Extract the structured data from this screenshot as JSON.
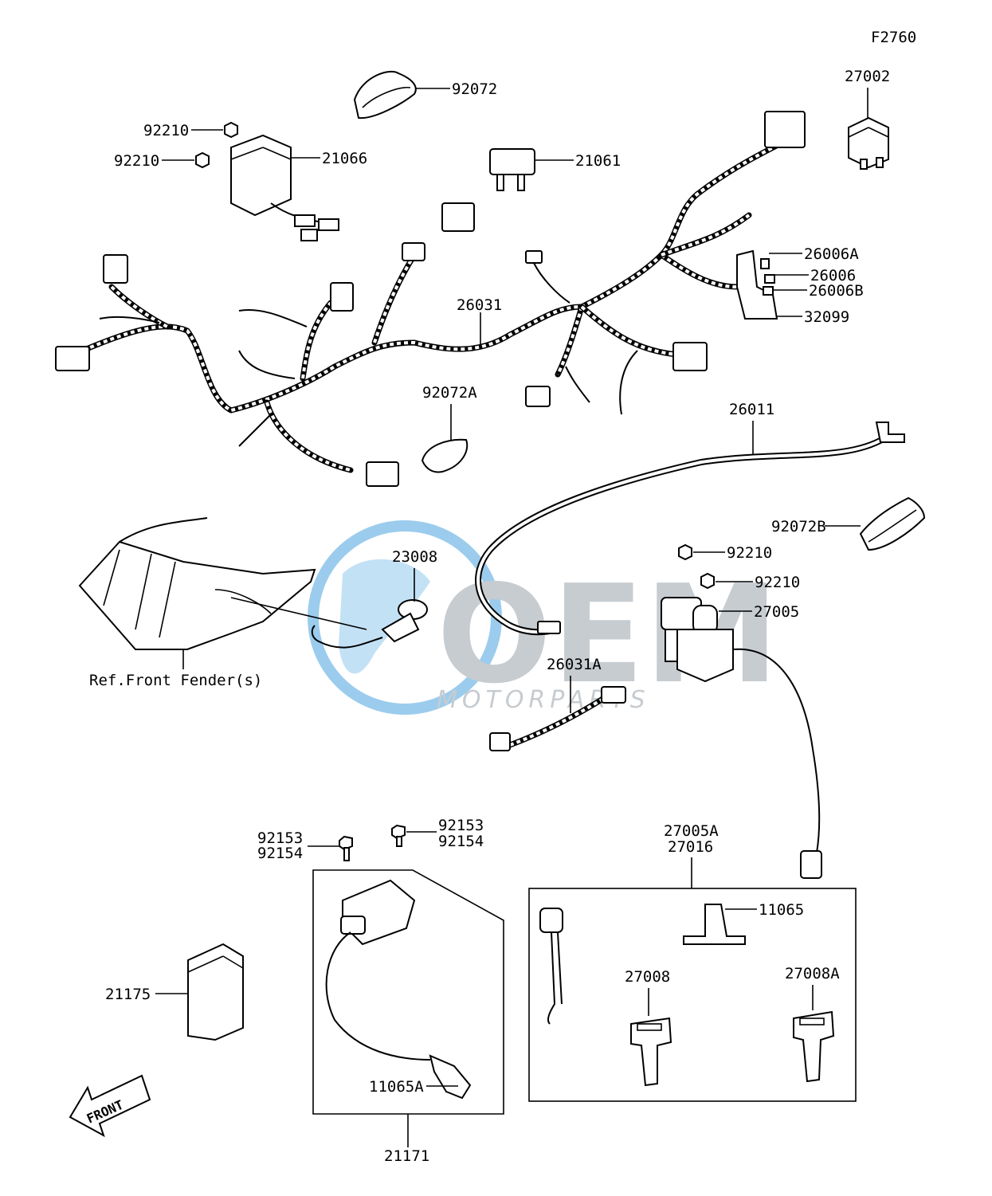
{
  "figure_code": "F2760",
  "watermark": {
    "brand": "OEM",
    "sub": "MOTORPARTS",
    "colors": {
      "blue": "#4aa3df",
      "grey": "#9aa3ab"
    }
  },
  "labels": {
    "p92072": "92072",
    "p92210_a": "92210",
    "p92210_b": "92210",
    "p21066": "21066",
    "p21061": "21061",
    "p27002": "27002",
    "p26031": "26031",
    "p26006A": "26006A",
    "p26006": "26006",
    "p26006B": "26006B",
    "p32099": "32099",
    "p92072A": "92072A",
    "p26011": "26011",
    "p92072B": "92072B",
    "p23008": "23008",
    "p92210_c": "92210",
    "p92210_d": "92210",
    "p27005": "27005",
    "ref_front_fender": "Ref.Front Fender(s)",
    "p26031A": "26031A",
    "p92153_a": "92153",
    "p92154_a": "92154",
    "p92153_b": "92153",
    "p92154_b": "92154",
    "p27005A": "27005A",
    "p27016": "27016",
    "p11065": "11065",
    "p27008": "27008",
    "p27008A": "27008A",
    "p21175": "21175",
    "p11065A": "11065A",
    "p21171": "21171",
    "front": "FRONT"
  }
}
